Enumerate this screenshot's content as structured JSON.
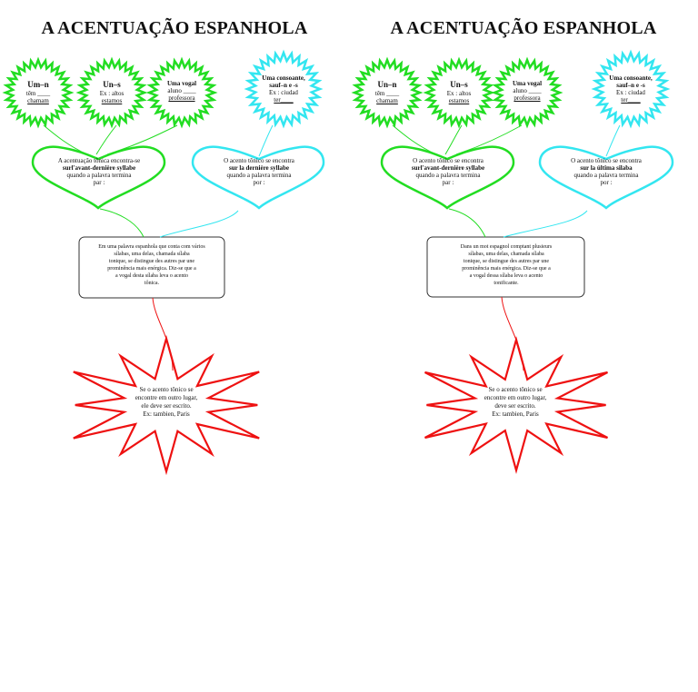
{
  "panels": [
    {
      "title": "A ACENTUAÇÃO ESPANHOLA",
      "stars": [
        {
          "heading": "Um–n",
          "line1": "têm ____",
          "line2": "chamam"
        },
        {
          "heading": "Un–s",
          "line1": "Ex : altos",
          "line2": "estamos"
        },
        {
          "heading": "Uma vogal",
          "line1": "aluno ____",
          "line2": "professora"
        },
        {
          "heading": "Uma consoante, sauf–n e -s",
          "line1": "Ex : ciudad",
          "line2": "ter____"
        }
      ],
      "heart_left": {
        "line1": "A acentuação tônica encontra-se",
        "line2": "surl'avant-dernière syllabe",
        "line3": "quando a palavra termina",
        "line4": "par :"
      },
      "heart_right": {
        "line1": "O acento tônico se encontra",
        "line2": "sur la dernière syllabe",
        "line3": "quando a palavra termina",
        "line4": "por :"
      },
      "box": [
        "Em uma palavra espanhola que conta com vários",
        "sílabas, uma delas, chamada sílaba",
        "tonique, se distingue des autres par une",
        "prominência mais enérgica. Diz-se que a",
        "a vogal desta sílaba leva o acento",
        "tônica."
      ],
      "burst": [
        "Se o acento tônico se",
        "encontre em outro lugar,",
        "ele deve ser escrito.",
        "Ex: tambien, Paris"
      ]
    },
    {
      "title": "A ACENTUAÇÃO ESPANHOLA",
      "stars": [
        {
          "heading": "Un–n",
          "line1": "têm ____",
          "line2": "chamam"
        },
        {
          "heading": "Un–s",
          "line1": "Ex : altos",
          "line2": "estamos"
        },
        {
          "heading": "Uma vogal",
          "line1": "aluno ____",
          "line2": "professora"
        },
        {
          "heading": "Uma consoante, sauf–n e -s",
          "line1": "Ex : ciudad",
          "line2": "ter____"
        }
      ],
      "heart_left": {
        "line1": "O acento tônico se encontra",
        "line2": "surl'avant-dernière syllabe",
        "line3": "quando a palavra termina",
        "line4": "par :"
      },
      "heart_right": {
        "line1": "O acento tônico se encontra",
        "line2": "sur la última silaba",
        "line3": "quando a palavra termina",
        "line4": "por :"
      },
      "box": [
        "Dans un mot espagnol comptant plusieurs",
        "sílabas, uma delas, chamada sílaba",
        "tonique, se distingue des autres par une",
        "prominência mais enérgica. Diz-se que a",
        "a vogal dessa sílaba leva o acento",
        "tonificante."
      ],
      "burst": [
        "Se o acento tônico se",
        "encontre em outro lugar,",
        "deve ser escrito.",
        "Ex: tambien, Paris"
      ]
    }
  ],
  "colors": {
    "green": "#22dd22",
    "cyan": "#33e6f0",
    "red": "#ee1111",
    "box_border": "#333333"
  }
}
